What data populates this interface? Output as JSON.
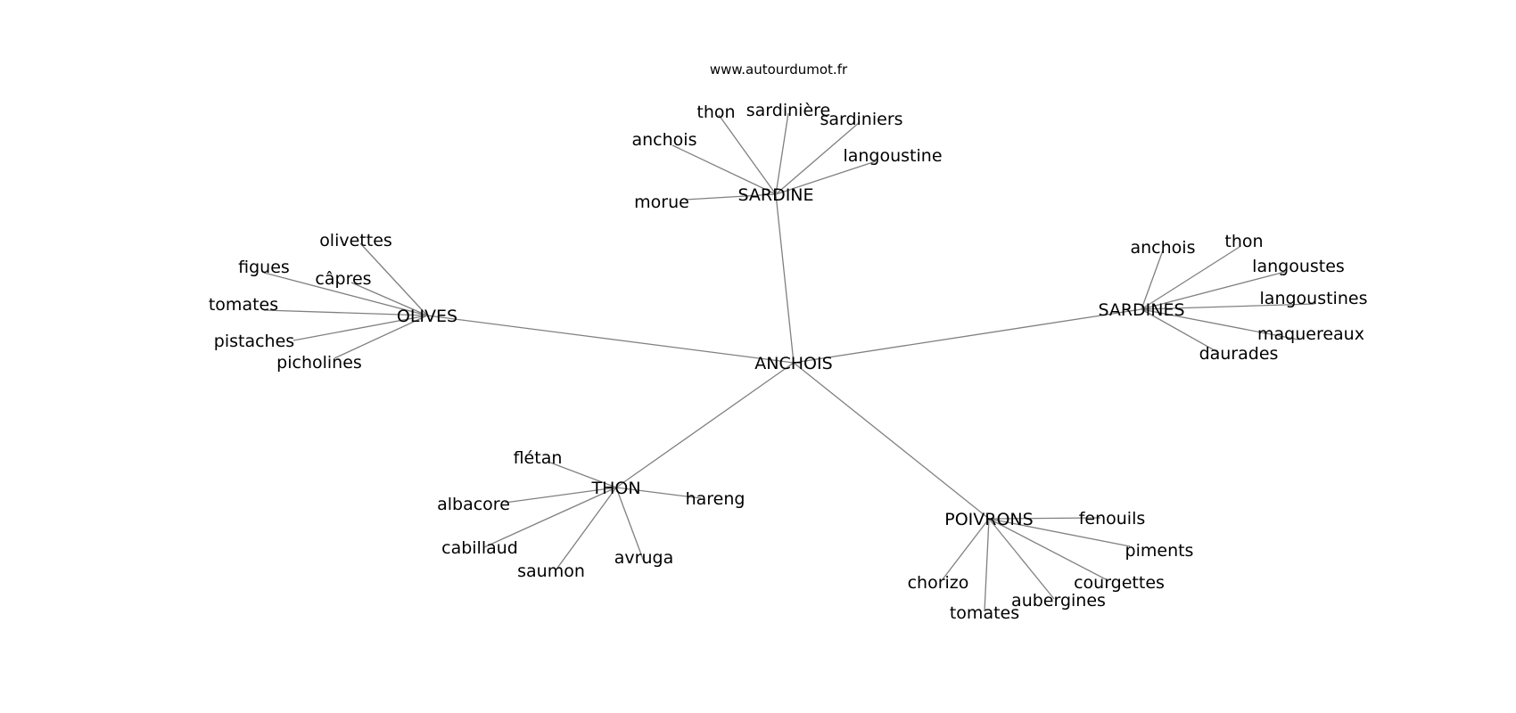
{
  "watermark": "www.autourdumot.fr",
  "center": "ANCHOIS",
  "hubs": [
    {
      "id": "sardine",
      "label": "SARDINE",
      "leaves": [
        "thon",
        "sardinière",
        "sardiniers",
        "anchois",
        "langoustine",
        "morue"
      ]
    },
    {
      "id": "olives",
      "label": "OLIVES",
      "leaves": [
        "olivettes",
        "figues",
        "câpres",
        "tomates",
        "pistaches",
        "picholines"
      ]
    },
    {
      "id": "sardines",
      "label": "SARDINES",
      "leaves": [
        "anchois",
        "thon",
        "langoustes",
        "langoustines",
        "maquereaux",
        "daurades"
      ]
    },
    {
      "id": "thon",
      "label": "THON",
      "leaves": [
        "flétan",
        "albacore",
        "hareng",
        "cabillaud",
        "saumon",
        "avruga"
      ]
    },
    {
      "id": "poivrons",
      "label": "POIVRONS",
      "leaves": [
        "fenouils",
        "piments",
        "chorizo",
        "courgettes",
        "aubergines",
        "tomates"
      ]
    }
  ]
}
